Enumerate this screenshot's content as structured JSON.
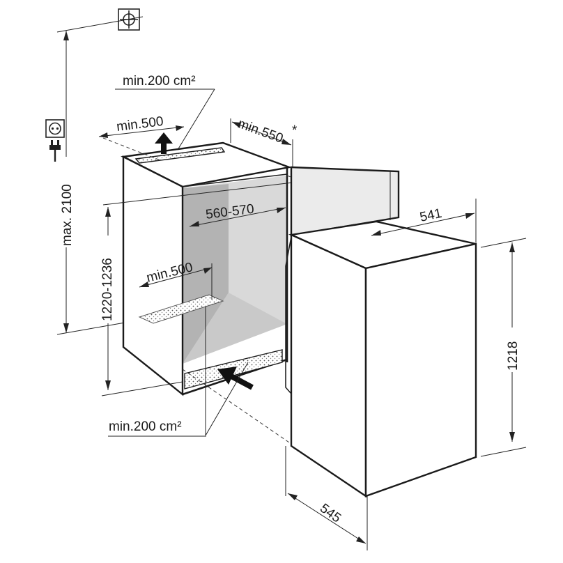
{
  "labels": {
    "top_vent_area": "min.200 cm²",
    "top_vent_depth": "min.500",
    "door_clearance": "min.550",
    "door_clearance_note": "*",
    "niche_width": "560-570",
    "total_height": "max. 2100",
    "niche_height": "1220-1236",
    "bottom_vent_depth": "min.500",
    "bottom_vent_area": "min.200 cm²",
    "unit_width": "541",
    "unit_height": "1218",
    "unit_depth": "545"
  },
  "icons": [
    "wall-socket-icon",
    "power-plug-icon",
    "ceiling-outlet-icon",
    "airflow-up-arrow-icon",
    "airflow-in-arrow-icon"
  ],
  "colors": {
    "line": "#1a1a1a",
    "niche_back_shade": "#d9d9d9",
    "niche_side_shade": "#b3b3b3",
    "door_shade": "#ebebeb"
  }
}
